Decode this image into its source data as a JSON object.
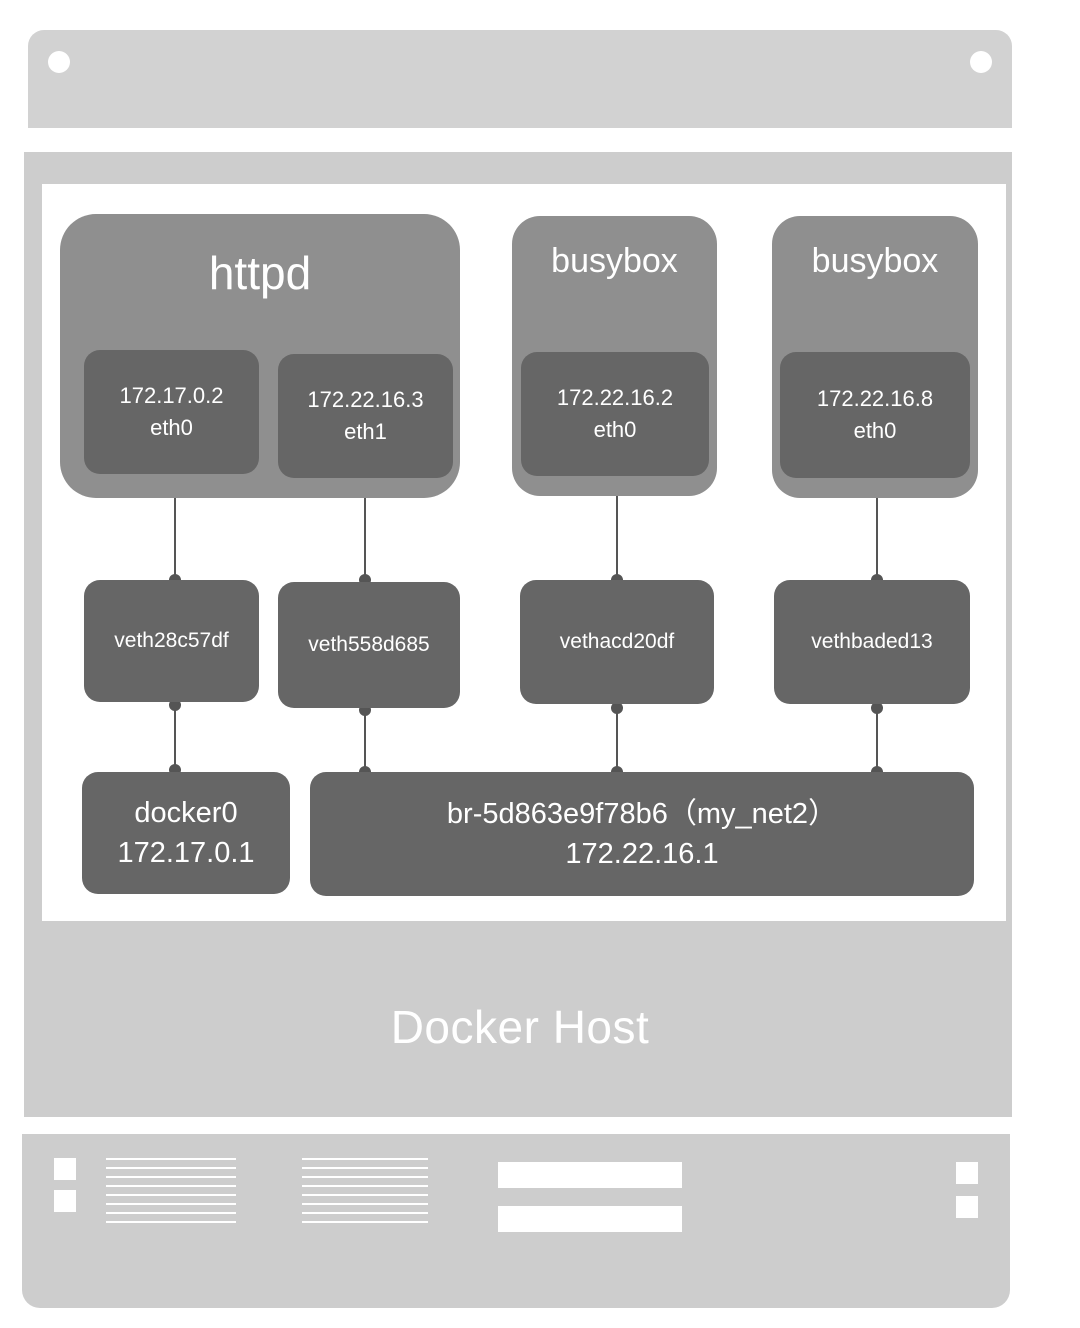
{
  "host": {
    "label": "Docker Host"
  },
  "containers": [
    {
      "name": "httpd",
      "interfaces": [
        {
          "ip": "172.17.0.2",
          "dev": "eth0"
        },
        {
          "ip": "172.22.16.3",
          "dev": "eth1"
        }
      ]
    },
    {
      "name": "busybox",
      "interfaces": [
        {
          "ip": "172.22.16.2",
          "dev": "eth0"
        }
      ]
    },
    {
      "name": "busybox",
      "interfaces": [
        {
          "ip": "172.22.16.8",
          "dev": "eth0"
        }
      ]
    }
  ],
  "veths": [
    "veth28c57df",
    "veth558d685",
    "vethacd20df",
    "vethbaded13"
  ],
  "bridges": [
    {
      "name": "docker0",
      "ip": "172.17.0.1"
    },
    {
      "name": "br-5d863e9f78b6（my_net2）",
      "ip": "172.22.16.1"
    }
  ],
  "colors": {
    "host_bg": "#cdcdcd",
    "container_bg": "#8f8f8f",
    "box_bg": "#666666",
    "text": "#ffffff",
    "link": "#555555"
  }
}
